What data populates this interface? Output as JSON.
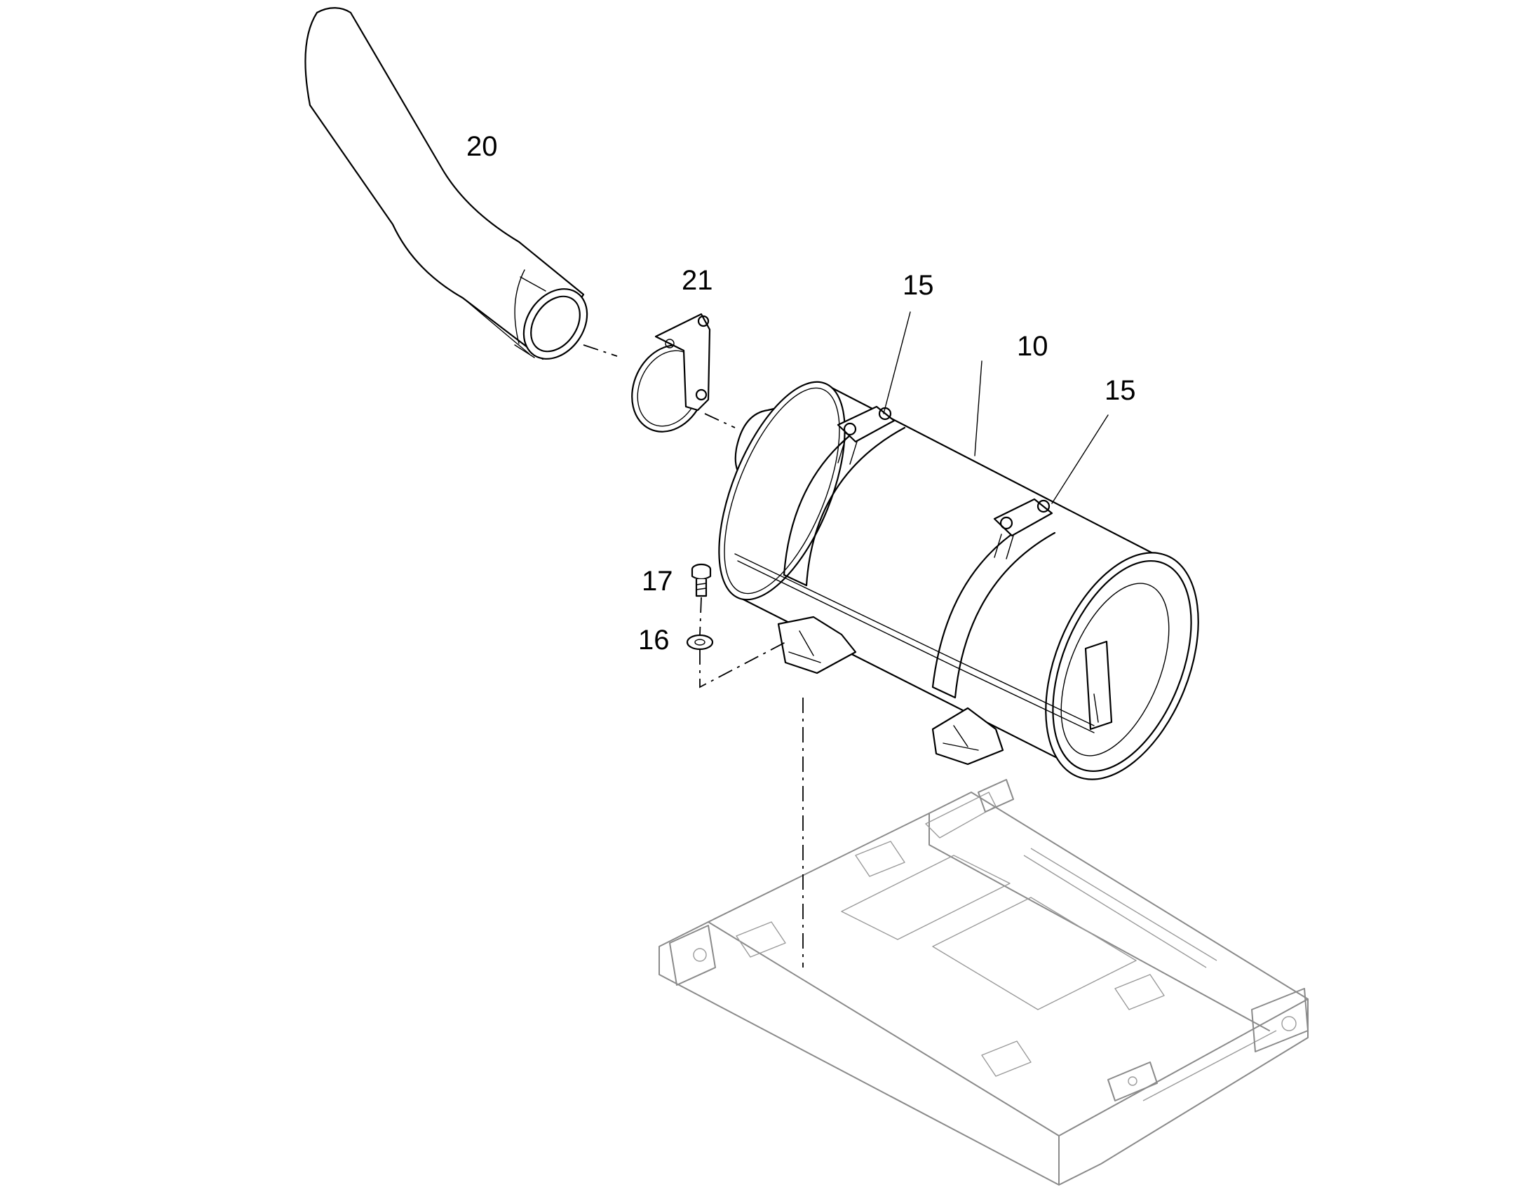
{
  "callouts": {
    "c20": "20",
    "c21": "21",
    "c15a": "15",
    "c10": "10",
    "c15b": "15",
    "c17": "17",
    "c16": "16"
  },
  "colors": {
    "ink": "#000000",
    "frame": "#8a8a8a",
    "background": "#ffffff"
  }
}
